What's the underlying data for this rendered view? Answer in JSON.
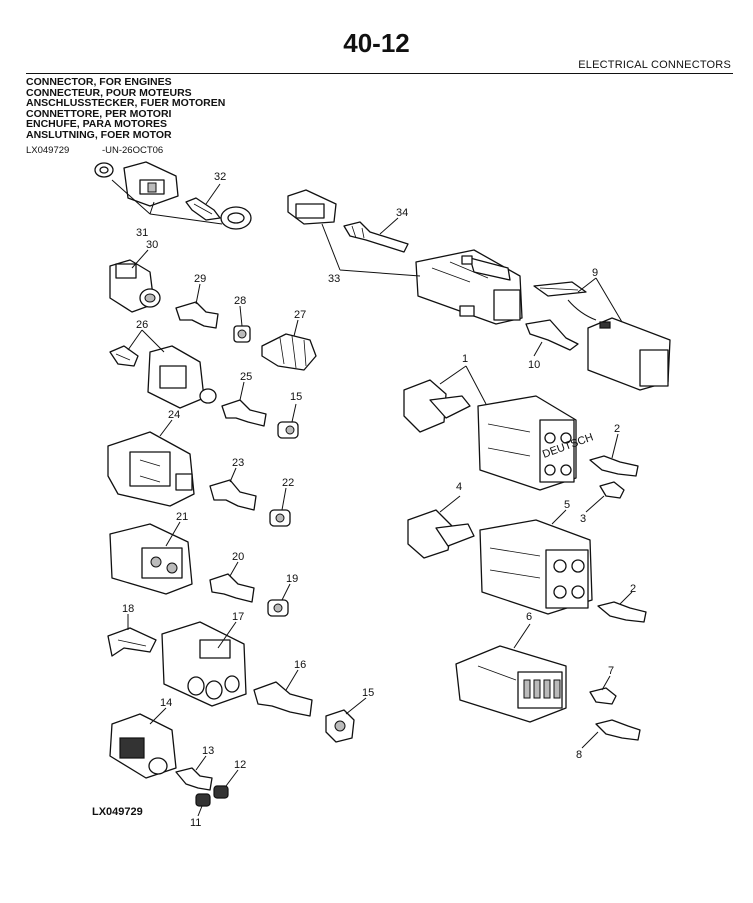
{
  "header": {
    "page_number": "40-12",
    "section_title": "ELECTRICAL CONNECTORS"
  },
  "titles": [
    "CONNECTOR, FOR ENGINES",
    "CONNECTEUR, POUR MOTEURS",
    "ANSCHLUSSTECKER, FUER MOTOREN",
    "CONNETTORE, PER MOTORI",
    "ENCHUFE, PARA MOTORES",
    "ANSLUTNING, FOER MOTOR"
  ],
  "reference": {
    "figure_id": "LX049729",
    "date_code": "-UN-26OCT06"
  },
  "footer": {
    "figure_id": "LX049729"
  },
  "callouts": {
    "c1": "1",
    "c2a": "2",
    "c2b": "2",
    "c3": "3",
    "c4": "4",
    "c5": "5",
    "c6": "6",
    "c7": "7",
    "c8": "8",
    "c9": "9",
    "c10": "10",
    "c11": "11",
    "c12": "12",
    "c13": "13",
    "c14": "14",
    "c15a": "15",
    "c15b": "15",
    "c16": "16",
    "c17": "17",
    "c18": "18",
    "c19": "19",
    "c20": "20",
    "c21": "21",
    "c22": "22",
    "c23": "23",
    "c24": "24",
    "c25": "25",
    "c26": "26",
    "c27": "27",
    "c28": "28",
    "c29": "29",
    "c30": "30",
    "c31": "31",
    "c32": "32",
    "c33": "33",
    "c34": "34"
  },
  "labels": {
    "housing_brand": "DEUTSCH"
  }
}
